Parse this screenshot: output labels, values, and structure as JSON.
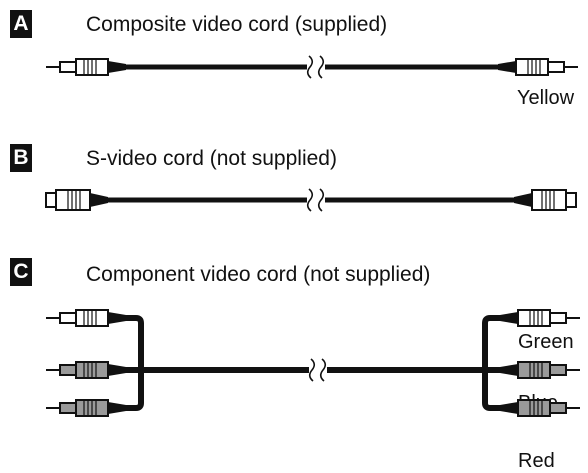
{
  "sections": [
    {
      "badge": "A",
      "title": "Composite video cord (supplied)",
      "labels": [
        "Yellow"
      ]
    },
    {
      "badge": "B",
      "title": "S-video cord (not supplied)",
      "labels": []
    },
    {
      "badge": "C",
      "title": "Component video cord (not supplied)",
      "labels": [
        "Green",
        "Blue",
        "Red"
      ]
    }
  ],
  "colors": {
    "ink": "#111111",
    "plug_light": "#ffffff",
    "plug_dark": "#9a9a9a"
  },
  "icons": [
    "rca-plug-icon",
    "s-video-plug-icon",
    "cable-break-icon"
  ]
}
